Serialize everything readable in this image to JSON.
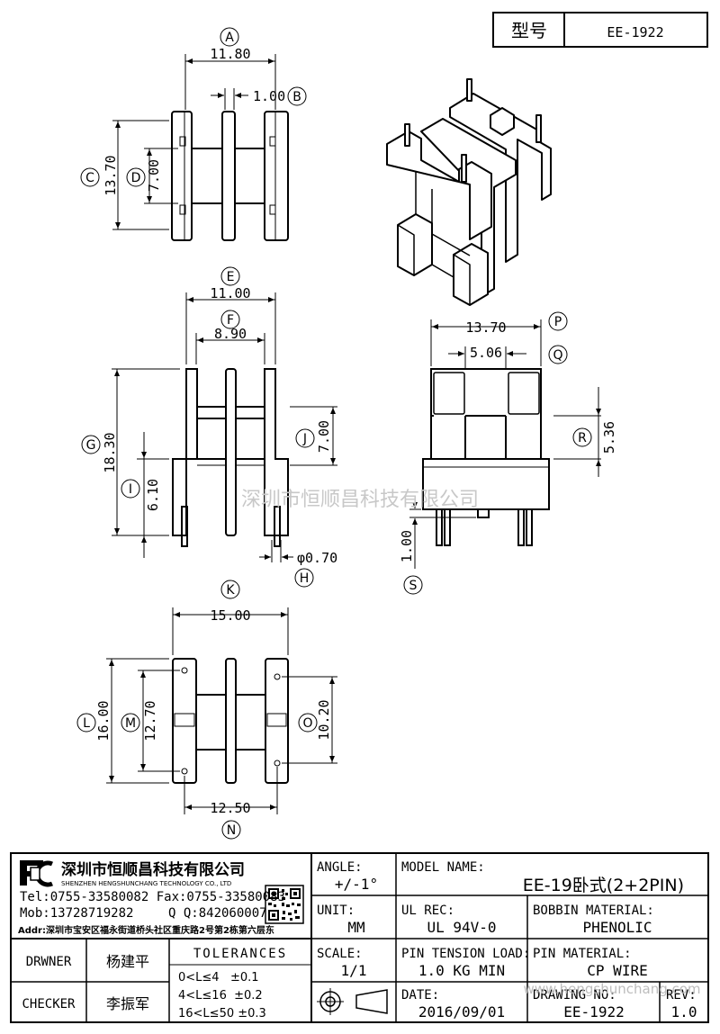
{
  "header": {
    "type_label": "型号",
    "model": "EE-1922"
  },
  "watermark": "深圳市恒顺昌科技有限公司",
  "watermark_url": "www.hengshunchang.com",
  "dims": {
    "A": "11.80",
    "B": "1.00",
    "C": "13.70",
    "D": "7.00",
    "E": "11.00",
    "F": "8.90",
    "G": "18.30",
    "H": "φ0.70",
    "I": "6.10",
    "J": "7.00",
    "K": "15.00",
    "L": "16.00",
    "M": "12.70",
    "N": "12.50",
    "O": "10.20",
    "P": "13.70",
    "Q": "5.06",
    "R": "5.36",
    "S": "1.00"
  },
  "company": {
    "name_cn": "深圳市恒顺昌科技有限公司",
    "name_en": "SHENZHEN HENGSHUNCHANG TECHNOLOGY CO., LTD",
    "tel": "Tel:0755-33580082 Fax:0755-33580083",
    "mob": "Mob:13728719282",
    "qq": "Q Q:842060007",
    "addr": "Addr:深圳市宝安区福永街道桥头社区重庆路2号第2栋第六层东"
  },
  "title_block": {
    "angle_label": "ANGLE:",
    "angle_value": "+/-1°",
    "model_name_label": "MODEL NAME:",
    "model_name_value": "EE-19卧式(2+2PIN)",
    "unit_label": "UNIT:",
    "unit_value": "MM",
    "ul_label": "UL REC:",
    "ul_value": "UL 94V-0",
    "bobbin_label": "BOBBIN MATERIAL:",
    "bobbin_value": "PHENOLIC",
    "scale_label": "SCALE:",
    "scale_value": "1/1",
    "pin_tension_label": "PIN TENSION LOAD:",
    "pin_tension_value": "1.0 KG MIN",
    "pin_material_label": "PIN MATERIAL:",
    "pin_material_value": "CP WIRE",
    "date_label": "DATE:",
    "date_value": "2016/09/01",
    "drawing_no_label": "DRAWING NO:",
    "drawing_no_value": "EE-1922",
    "rev_label": "REV:",
    "rev_value": "1.0",
    "drwner_label": "DRWNER",
    "drwner_value": "杨建平",
    "checker_label": "CHECKER",
    "checker_value": "李振军",
    "tolerances_label": "TOLERANCES",
    "tol1": "0<L≤4   ±0.1",
    "tol2": "4<L≤16  ±0.2",
    "tol3": "16<L≤50 ±0.3"
  }
}
